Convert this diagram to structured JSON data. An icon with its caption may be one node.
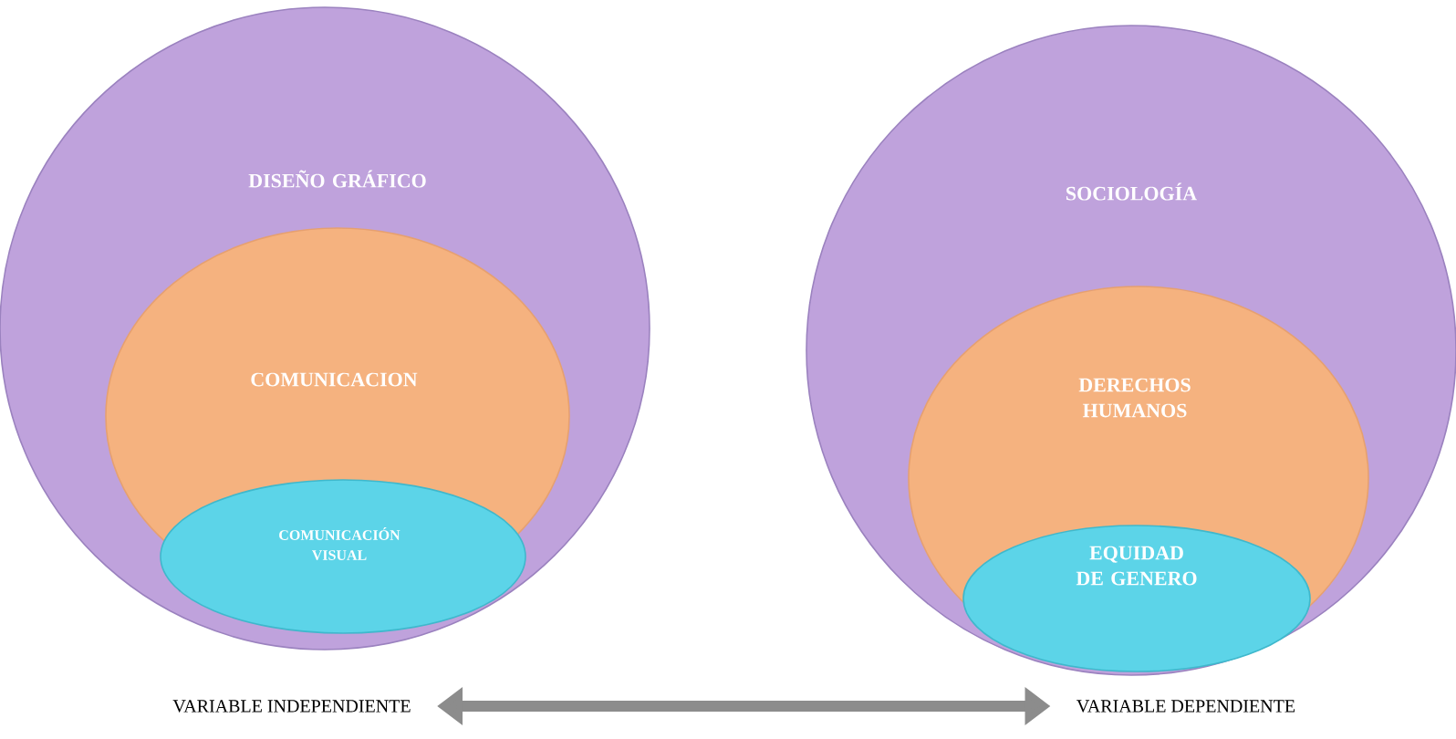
{
  "diagram": {
    "nodes": [
      {
        "text": [
          "DISEÑO GRÁFICO"
        ]
      },
      {
        "text": [
          "COMUNICACION"
        ],
        "in": 0
      },
      {
        "text": [
          "COMUNICACIÓN VISUAL"
        ],
        "in": 0
      },
      {
        "text": [
          "SOCIOLOGÍA"
        ]
      },
      {
        "text": [
          "DERECHOS HUMANOS"
        ],
        "in": 3
      },
      {
        "text": [
          "EQUIDAD DE GENERO"
        ],
        "in": 4
      },
      {
        "text": [
          "VARIABLE INDEPENDIENTE"
        ]
      },
      {
        "text": [
          "VARIABLE DEPENDIENTE"
        ]
      }
    ],
    "edges": [
      {
        "from": 6,
        "to": 7,
        "arrow": "both"
      }
    ]
  }
}
